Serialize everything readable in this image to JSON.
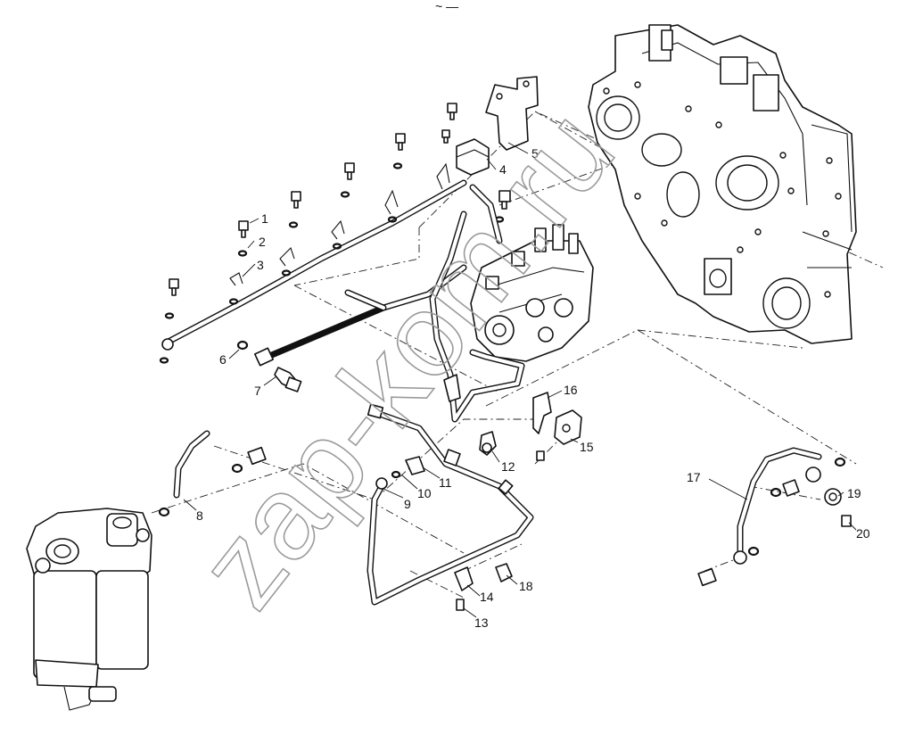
{
  "diagram": {
    "watermark": "zap-kom.ru",
    "header_mark": "~ —",
    "callouts": [
      {
        "id": 1,
        "label": "1"
      },
      {
        "id": 2,
        "label": "2"
      },
      {
        "id": 3,
        "label": "3"
      },
      {
        "id": 4,
        "label": "4"
      },
      {
        "id": 5,
        "label": "5"
      },
      {
        "id": 6,
        "label": "6"
      },
      {
        "id": 7,
        "label": "7"
      },
      {
        "id": 8,
        "label": "8"
      },
      {
        "id": 9,
        "label": "9"
      },
      {
        "id": 10,
        "label": "10"
      },
      {
        "id": 11,
        "label": "11"
      },
      {
        "id": 12,
        "label": "12"
      },
      {
        "id": 13,
        "label": "13"
      },
      {
        "id": 14,
        "label": "14"
      },
      {
        "id": 15,
        "label": "15"
      },
      {
        "id": 16,
        "label": "16"
      },
      {
        "id": 17,
        "label": "17"
      },
      {
        "id": 18,
        "label": "18"
      },
      {
        "id": 19,
        "label": "19"
      },
      {
        "id": 20,
        "label": "20"
      }
    ]
  }
}
